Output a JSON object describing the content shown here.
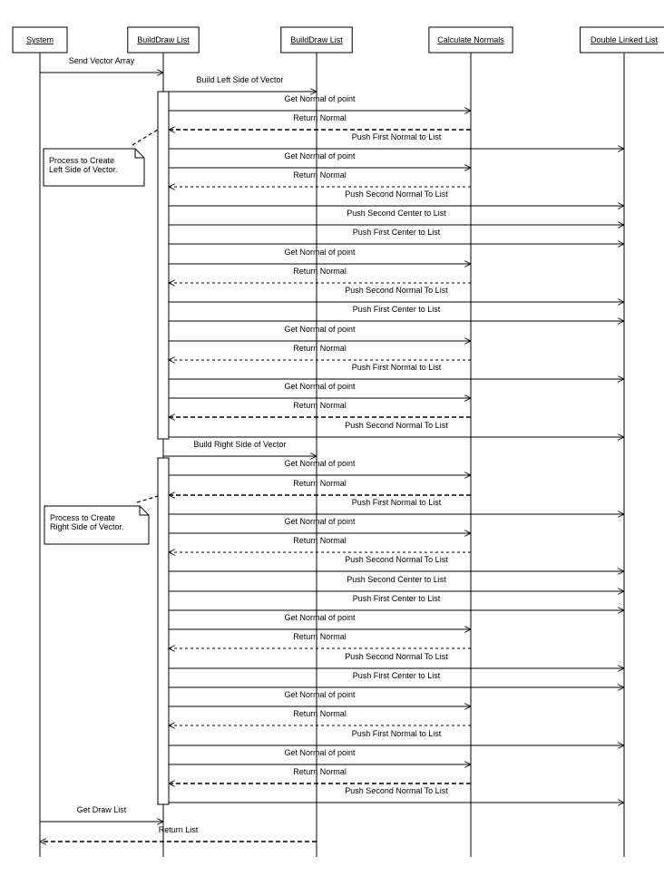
{
  "participants": [
    {
      "id": "system",
      "label": "System"
    },
    {
      "id": "bdl1",
      "label": "BuildDraw List"
    },
    {
      "id": "bdl2",
      "label": "BuildDraw List"
    },
    {
      "id": "calc",
      "label": "Calculate Normals"
    },
    {
      "id": "dll",
      "label": "Double Linked List"
    }
  ],
  "notes": [
    {
      "lines": [
        "Process to Create",
        "Left Side of Vector."
      ]
    },
    {
      "lines": [
        "Process to Create",
        "Right Side of Vector."
      ]
    }
  ],
  "messages": [
    {
      "label": "Send Vector Array",
      "from": "system",
      "to": "bdl1",
      "style": "call"
    },
    {
      "label": "Build Left Side of Vector",
      "from": "bdl1",
      "to": "bdl2",
      "style": "call"
    },
    {
      "label": "Get Normal of point",
      "from": "bdl1",
      "to": "calc",
      "style": "call"
    },
    {
      "label": "Return Normal",
      "from": "calc",
      "to": "bdl1",
      "style": "return"
    },
    {
      "label": "Push First Normal to List",
      "from": "bdl1",
      "to": "dll",
      "style": "call"
    },
    {
      "label": "Get Normal of point",
      "from": "bdl1",
      "to": "calc",
      "style": "call"
    },
    {
      "label": "Return Normal",
      "from": "calc",
      "to": "bdl1",
      "style": "return"
    },
    {
      "label": "Push Second Normal To List",
      "from": "bdl1",
      "to": "dll",
      "style": "call"
    },
    {
      "label": "Push Second Center to List",
      "from": "bdl1",
      "to": "dll",
      "style": "call"
    },
    {
      "label": "Push First Center to List",
      "from": "bdl1",
      "to": "dll",
      "style": "call"
    },
    {
      "label": "Get Normal of point",
      "from": "bdl1",
      "to": "calc",
      "style": "call"
    },
    {
      "label": "Return Normal",
      "from": "calc",
      "to": "bdl1",
      "style": "return"
    },
    {
      "label": "Push Second Normal To List",
      "from": "bdl1",
      "to": "dll",
      "style": "call"
    },
    {
      "label": "Push First Center to List",
      "from": "bdl1",
      "to": "dll",
      "style": "call"
    },
    {
      "label": "Get Normal of point",
      "from": "bdl1",
      "to": "calc",
      "style": "call"
    },
    {
      "label": "Return Normal",
      "from": "calc",
      "to": "bdl1",
      "style": "return"
    },
    {
      "label": "Push First Normal to List",
      "from": "bdl1",
      "to": "dll",
      "style": "call"
    },
    {
      "label": "Get Normal of point",
      "from": "bdl1",
      "to": "calc",
      "style": "call"
    },
    {
      "label": "Return Normal",
      "from": "calc",
      "to": "bdl1",
      "style": "return"
    },
    {
      "label": "Push Second Normal To List",
      "from": "bdl1",
      "to": "dll",
      "style": "call"
    },
    {
      "label": "Build Right Side of Vector",
      "from": "bdl1",
      "to": "bdl2",
      "style": "call"
    },
    {
      "label": "Get Normal of point",
      "from": "bdl1",
      "to": "calc",
      "style": "call"
    },
    {
      "label": "Return Normal",
      "from": "calc",
      "to": "bdl1",
      "style": "return"
    },
    {
      "label": "Push First Normal to List",
      "from": "bdl1",
      "to": "dll",
      "style": "call"
    },
    {
      "label": "Get Normal of point",
      "from": "bdl1",
      "to": "calc",
      "style": "call"
    },
    {
      "label": "Return Normal",
      "from": "calc",
      "to": "bdl1",
      "style": "return"
    },
    {
      "label": "Push Second Normal To List",
      "from": "bdl1",
      "to": "dll",
      "style": "call"
    },
    {
      "label": "Push Second Center to List",
      "from": "bdl1",
      "to": "dll",
      "style": "call"
    },
    {
      "label": "Push First Center to List",
      "from": "bdl1",
      "to": "dll",
      "style": "call"
    },
    {
      "label": "Get Normal of point",
      "from": "bdl1",
      "to": "calc",
      "style": "call"
    },
    {
      "label": "Return Normal",
      "from": "calc",
      "to": "bdl1",
      "style": "return"
    },
    {
      "label": "Push Second Normal To List",
      "from": "bdl1",
      "to": "dll",
      "style": "call"
    },
    {
      "label": "Push First Center to List",
      "from": "bdl1",
      "to": "dll",
      "style": "call"
    },
    {
      "label": "Get Normal of point",
      "from": "bdl1",
      "to": "calc",
      "style": "call"
    },
    {
      "label": "Return Normal",
      "from": "calc",
      "to": "bdl1",
      "style": "return"
    },
    {
      "label": "Push First Normal to List",
      "from": "bdl1",
      "to": "dll",
      "style": "call"
    },
    {
      "label": "Get Normal of point",
      "from": "bdl1",
      "to": "calc",
      "style": "call"
    },
    {
      "label": "Return Normal",
      "from": "calc",
      "to": "bdl1",
      "style": "return"
    },
    {
      "label": "Push Second Normal To List",
      "from": "bdl1",
      "to": "dll",
      "style": "call"
    },
    {
      "label": "Get Draw List",
      "from": "system",
      "to": "bdl1",
      "style": "call"
    },
    {
      "label": "Return List",
      "from": "bdl2",
      "to": "system",
      "style": "return"
    }
  ]
}
